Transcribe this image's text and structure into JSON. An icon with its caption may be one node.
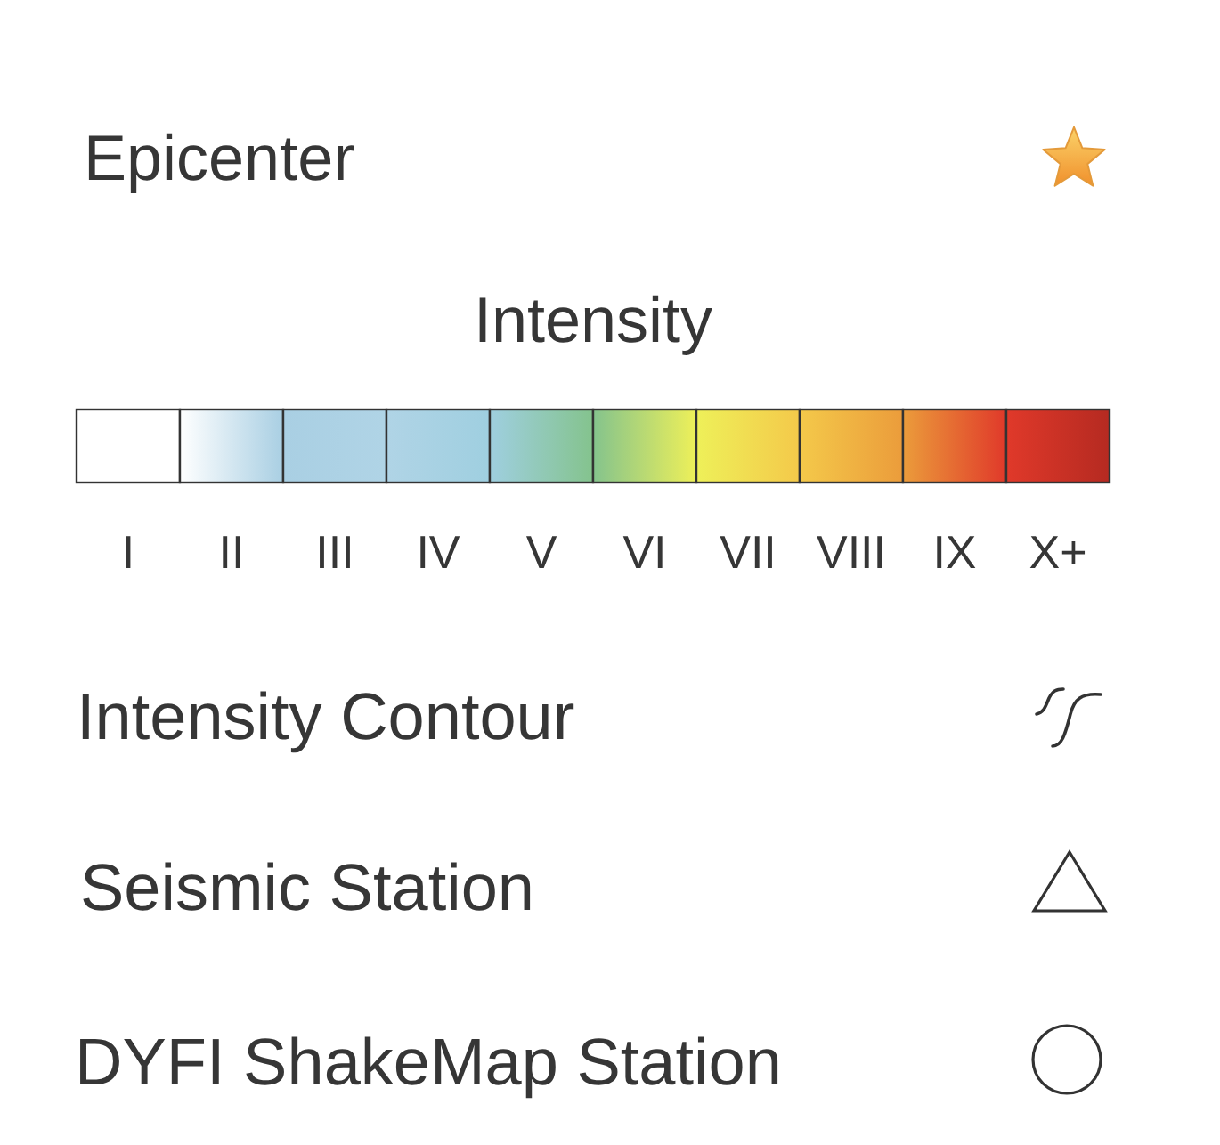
{
  "diagram": {
    "labels": [
      "Intensity"
    ],
    "legend": [
      {
        "text": "Epicenter"
      },
      {
        "text": "I",
        "color": "#ffffff"
      },
      {
        "text": "II",
        "color": "#a9cfe3"
      },
      {
        "text": "III",
        "color": "#b0d4e6"
      },
      {
        "text": "IV",
        "color": "#9fcfe0"
      },
      {
        "text": "V",
        "color": "#84c38d"
      },
      {
        "text": "VI",
        "color": "#eef059"
      },
      {
        "text": "VII",
        "color": "#f4c94a"
      },
      {
        "text": "VIII",
        "color": "#eb9c3b"
      },
      {
        "text": "IX",
        "color": "#e0392a"
      },
      {
        "text": "X+",
        "color": "#b52a21"
      },
      {
        "text": "Intensity Contour"
      },
      {
        "text": "Seismic Station"
      },
      {
        "text": "DYFI ShakeMap Station"
      }
    ]
  }
}
